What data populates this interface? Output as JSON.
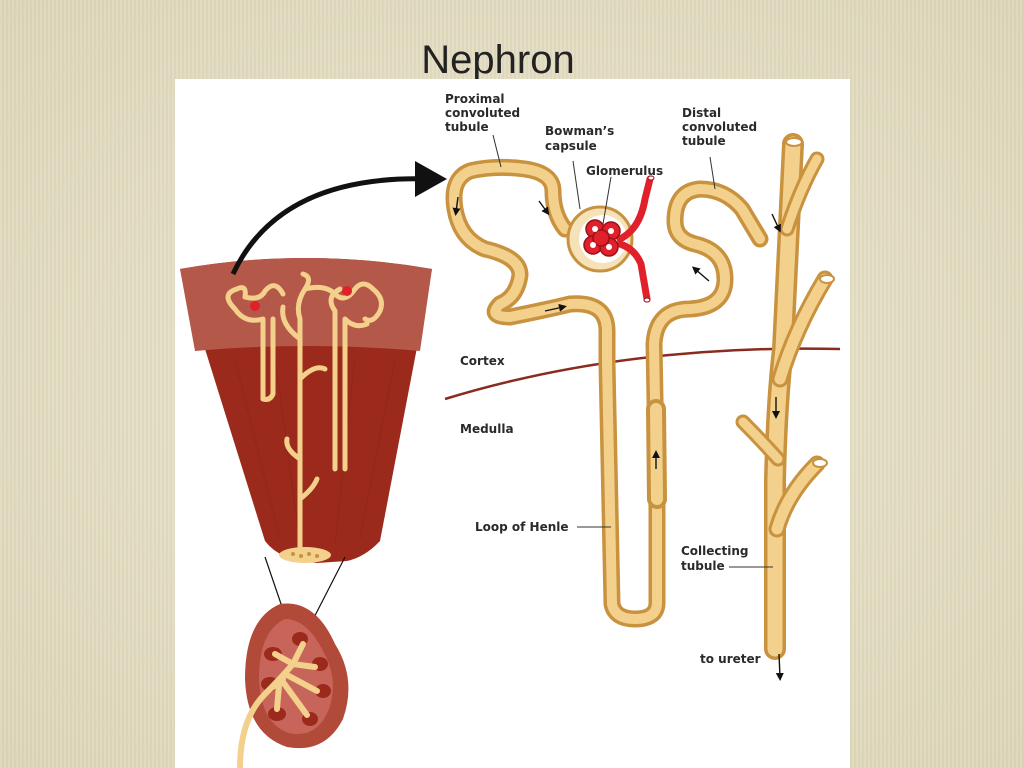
{
  "title": "Nephron",
  "labels": {
    "proximal": [
      "Proximal",
      "convoluted",
      "tubule"
    ],
    "bowmans": [
      "Bowman’s",
      "capsule"
    ],
    "glomerulus": "Glomerulus",
    "distal": [
      "Distal",
      "convoluted",
      "tubule"
    ],
    "cortex": "Cortex",
    "medulla": "Medulla",
    "loop": "Loop of Henle",
    "collecting": [
      "Collecting",
      "tubule"
    ],
    "ureter": "to ureter"
  },
  "colors": {
    "tube_light": "#f3d08c",
    "tube_dark": "#c8923e",
    "glomerulus_red": "#e0202a",
    "boundary": "#8b2a1e",
    "cortex_band": "#b4584a",
    "medulla_fill": "#9c2a1c"
  }
}
